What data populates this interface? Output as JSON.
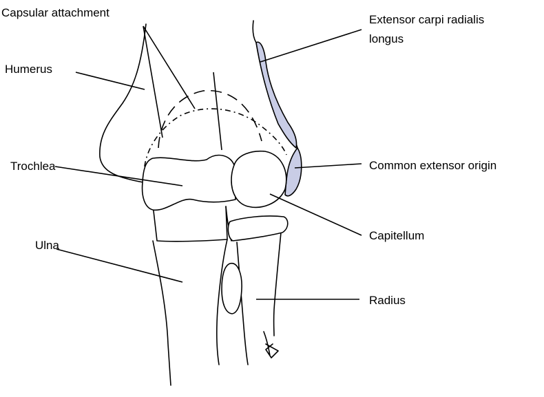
{
  "colors": {
    "muscle_fill": "#c9cde6",
    "line": "#000000",
    "background": "#ffffff"
  },
  "labels": {
    "capsular_attachment": "Capsular attachment",
    "humerus": "Humerus",
    "trochlea": "Trochlea",
    "ulna": "Ulna",
    "ecrl_line1": "Extensor carpi radialis",
    "ecrl_line2": "longus",
    "common_extensor_origin": "Common extensor origin",
    "capitellum": "Capitellum",
    "radius": "Radius"
  }
}
